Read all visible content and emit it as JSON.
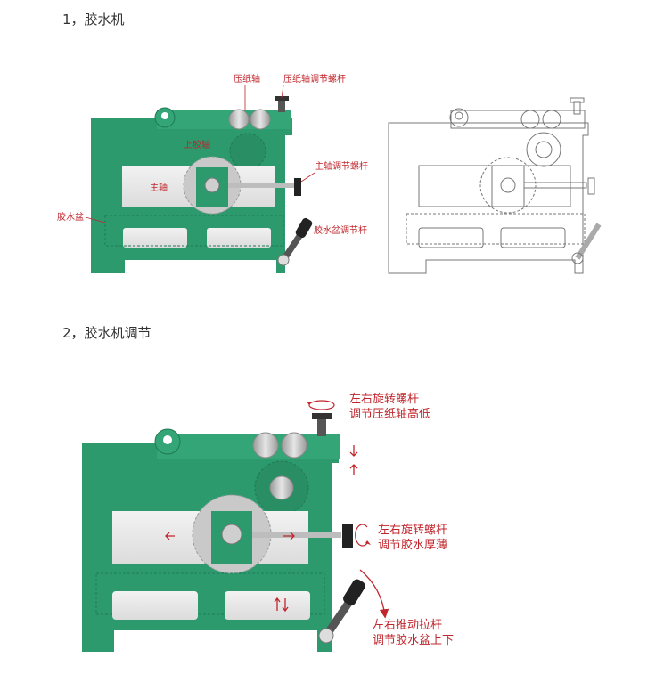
{
  "section1": {
    "heading": "1，胶水机",
    "labels": {
      "press_shaft": "压纸轴",
      "press_screw": "压纸轴调节螺杆",
      "upper_roller": "上胶轴",
      "main_shaft": "主轴",
      "main_screw": "主轴调节螺杆",
      "glue_tray": "胶水盆",
      "tray_lever": "胶水盆调节杆"
    }
  },
  "section2": {
    "heading": "2，胶水机调节",
    "notes": {
      "top_line1": "左右旋转螺杆",
      "top_line2": "调节压纸轴高低",
      "mid_line1": "左右旋转螺杆",
      "mid_line2": "调节胶水厚薄",
      "bottom_line1": "左右推动拉杆",
      "bottom_line2": "调节胶水盆上下"
    }
  },
  "colors": {
    "machine_green": "#2d9a6e",
    "label_red": "#c0272d",
    "panel_light": "#e9e9e9"
  }
}
